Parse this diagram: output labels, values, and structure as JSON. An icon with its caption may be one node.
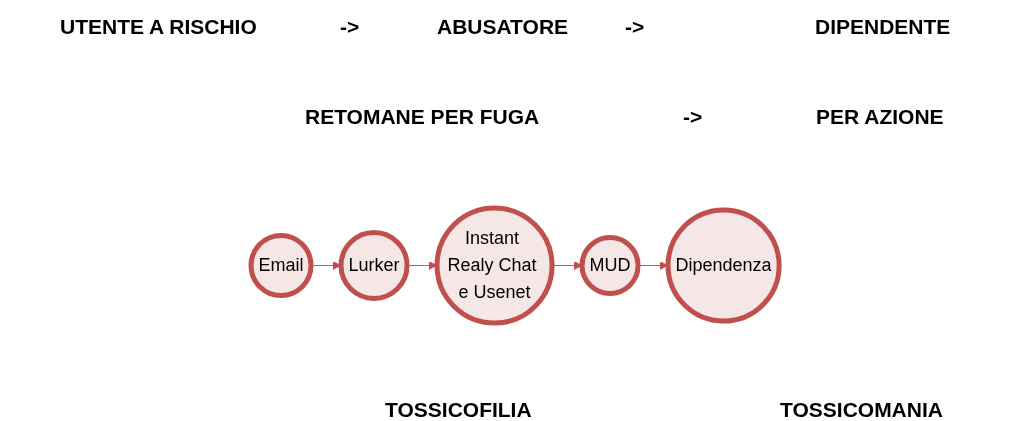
{
  "diagram": {
    "nodes": [
      {
        "text": [
          "Email"
        ]
      },
      {
        "text": [
          "Lurker"
        ]
      },
      {
        "text": [
          "Instant Realy Chat e Usenet"
        ]
      },
      {
        "text": [
          "MUD"
        ]
      },
      {
        "text": [
          "Dipendenza"
        ]
      }
    ],
    "edges": [
      {
        "from": 0,
        "to": 1,
        "arrow": "to"
      },
      {
        "from": 1,
        "to": 2,
        "arrow": "to"
      },
      {
        "from": 2,
        "to": 3,
        "arrow": "to"
      },
      {
        "from": 3,
        "to": 4,
        "arrow": "to"
      }
    ],
    "labels": [
      "UTENTE A RISCHIO",
      "->",
      "ABUSATORE",
      "->",
      "DIPENDENTE",
      "RETOMANE PER FUGA",
      "->",
      "PER AZIONE",
      "TOSSICOFILIA",
      "TOSSICOMANIA"
    ]
  }
}
